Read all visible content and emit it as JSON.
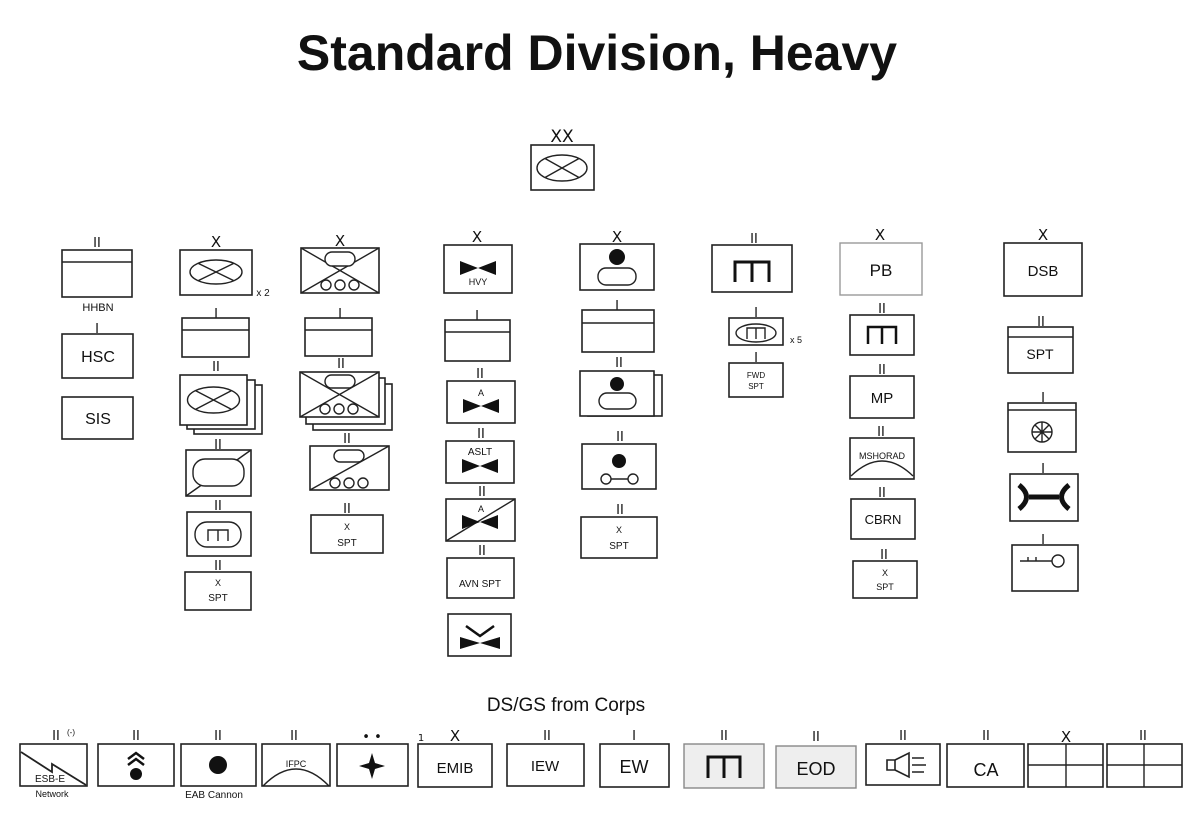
{
  "title": "Standard Division, Heavy",
  "division": {
    "echelon": "XX"
  },
  "hq_units": {
    "hhbn": {
      "echelon": "II",
      "label": "HHBN"
    },
    "hsc": {
      "echelon": "I",
      "label": "HSC"
    },
    "sis": {
      "label": "SIS"
    }
  },
  "armored_bde": {
    "echelon": "X",
    "count": "x 2",
    "hq": {
      "echelon": "I"
    },
    "maneuver": {
      "echelon": "II"
    },
    "cav": {
      "echelon": "II"
    },
    "engineer": {
      "echelon": "II"
    },
    "support": {
      "echelon": "II",
      "line1": "X",
      "line2": "SPT"
    }
  },
  "second_bde": {
    "echelon": "X",
    "hq": {
      "echelon": "I"
    },
    "maneuver": {
      "echelon": "II"
    },
    "cav": {
      "echelon": "II"
    },
    "support": {
      "echelon": "II",
      "line1": "X",
      "line2": "SPT"
    }
  },
  "aviation_bde": {
    "echelon": "X",
    "label": "HVY",
    "hq": {
      "echelon": "I"
    },
    "attack": {
      "echelon": "II",
      "mark": "A"
    },
    "assault": {
      "echelon": "II",
      "label": "ASLT"
    },
    "recon": {
      "echelon": "II",
      "mark": "A"
    },
    "support": {
      "echelon": "II",
      "label": "AVN SPT"
    }
  },
  "artillery_bde": {
    "echelon": "X",
    "hq": {
      "echelon": "I"
    },
    "battalion": {
      "echelon": "II"
    },
    "second_battalion": {
      "echelon": "II"
    },
    "support": {
      "echelon": "II",
      "line1": "X",
      "line2": "SPT"
    }
  },
  "engineer_bn": {
    "echelon": "II",
    "company": {
      "echelon": "I",
      "count": "x 5"
    },
    "fwd_spt": {
      "echelon": "I",
      "line1": "FWD",
      "line2": "SPT"
    }
  },
  "protection_bde": {
    "echelon": "X",
    "label": "PB",
    "engineer": {
      "echelon": "II"
    },
    "mp": {
      "echelon": "II",
      "label": "MP"
    },
    "mshorad": {
      "echelon": "II",
      "label": "MSHORAD"
    },
    "cbrn": {
      "echelon": "II",
      "label": "CBRN"
    },
    "support": {
      "echelon": "II",
      "line1": "X",
      "line2": "SPT"
    }
  },
  "sustainment_bde": {
    "echelon": "X",
    "label": "DSB",
    "support": {
      "echelon": "II",
      "label": "SPT"
    },
    "company_1": {
      "echelon": "I"
    },
    "company_2": {
      "echelon": "I"
    },
    "company_3": {
      "echelon": "I"
    }
  },
  "corps_support": {
    "heading": "DS/GS from Corps",
    "units": [
      {
        "echelon": "II",
        "modifier": "(-)",
        "label": "ESB-E",
        "caption": "Network"
      },
      {
        "echelon": "II"
      },
      {
        "echelon": "II",
        "caption": "EAB Cannon"
      },
      {
        "echelon": "II",
        "label": "IFPC"
      },
      {
        "echelon": "• •"
      },
      {
        "prefix": "1",
        "echelon": "X",
        "label": "EMIB"
      },
      {
        "echelon": "II",
        "label": "IEW"
      },
      {
        "echelon": "I",
        "label": "EW"
      },
      {
        "echelon": "II"
      },
      {
        "echelon": "II",
        "label": "EOD"
      },
      {
        "echelon": "II"
      },
      {
        "echelon": "II",
        "label": "CA"
      },
      {
        "echelon": "X"
      },
      {
        "echelon": "II"
      }
    ]
  }
}
